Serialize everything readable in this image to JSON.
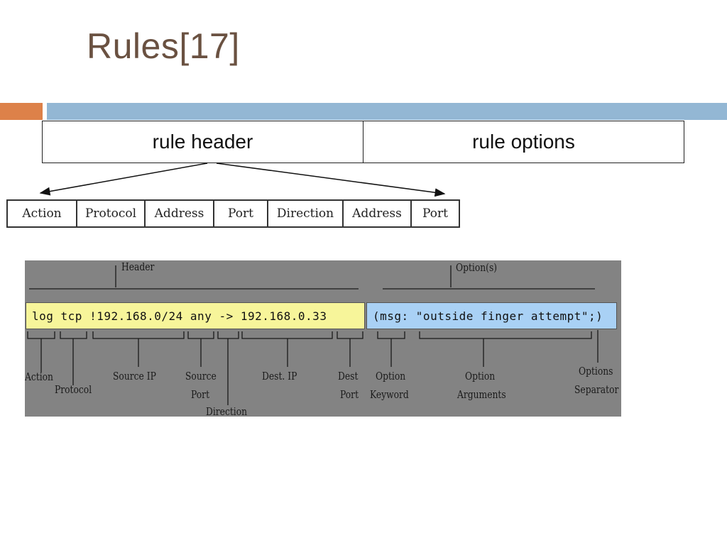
{
  "slide": {
    "title": "Rules[17]",
    "colors": {
      "accent_orange": "#dd8149",
      "accent_blue": "#93b7d4",
      "title_color": "#6a5141"
    }
  },
  "rule_parts": [
    {
      "label": "rule header"
    },
    {
      "label": "rule options"
    }
  ],
  "header_fields": [
    {
      "label": "Action"
    },
    {
      "label": "Protocol"
    },
    {
      "label": "Address"
    },
    {
      "label": "Port"
    },
    {
      "label": "Direction"
    },
    {
      "label": "Address"
    },
    {
      "label": "Port"
    }
  ],
  "example": {
    "header_caption": "Header",
    "options_caption": "Option(s)",
    "header_text": "log tcp !192.168.0/24 any -> 192.168.0.33",
    "options_text": "(msg: \"outside finger attempt\";)",
    "labels": {
      "action": "Action",
      "protocol": "Protocol",
      "source_ip": "Source IP",
      "source_port_1": "Source",
      "source_port_2": "Port",
      "direction": "Direction",
      "dest_ip": "Dest. IP",
      "dest_port_1": "Dest",
      "dest_port_2": "Port",
      "option_keyword_1": "Option",
      "option_keyword_2": "Keyword",
      "option_arguments_1": "Option",
      "option_arguments_2": "Arguments",
      "options_separator_1": "Options",
      "options_separator_2": "Separator"
    }
  }
}
